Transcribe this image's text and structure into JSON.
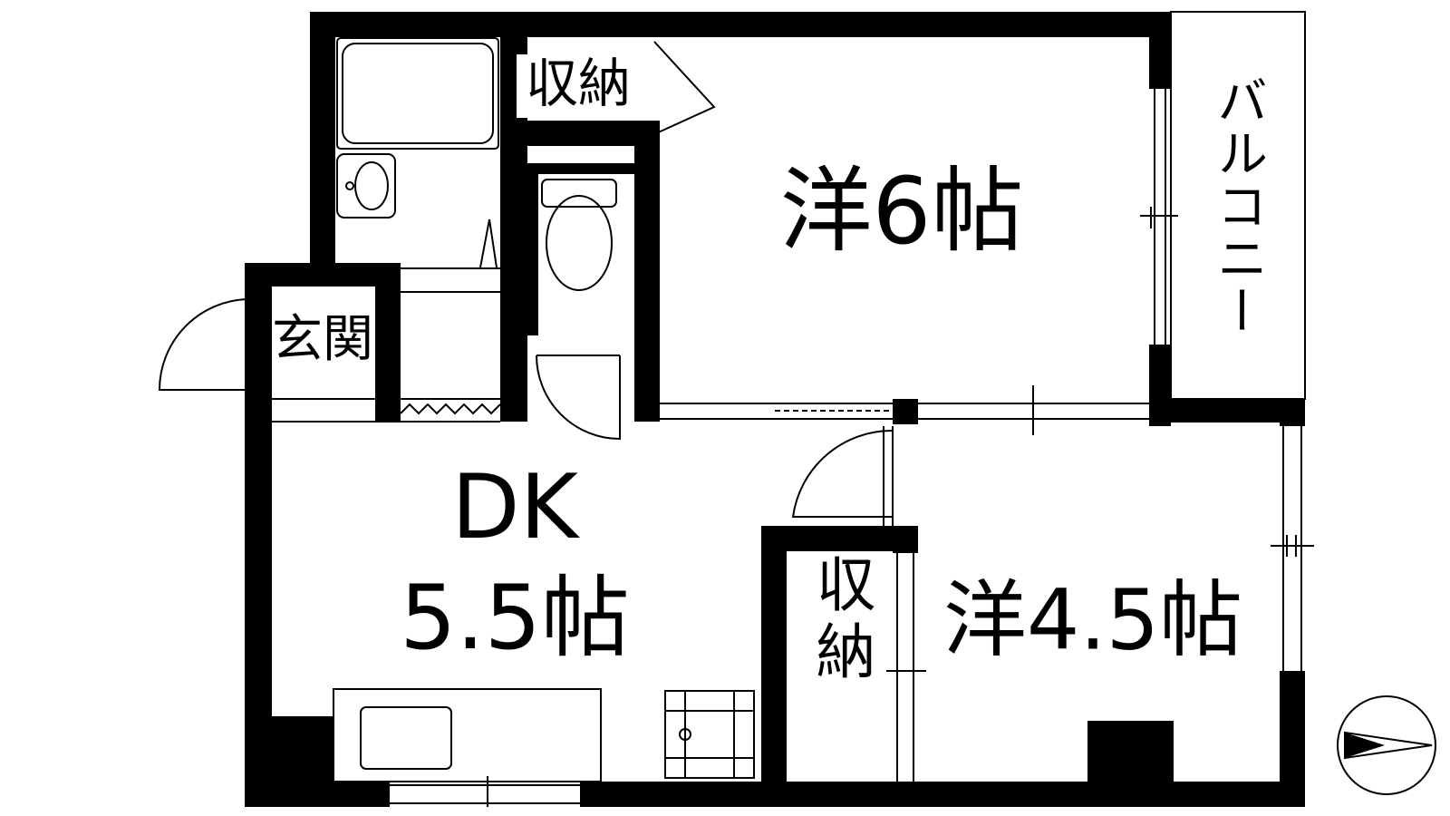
{
  "rooms": {
    "western_6": "洋6帖",
    "western_45": "洋4.5帖",
    "dk_name": "DK",
    "dk_size": "5.5帖",
    "entrance": "玄関",
    "storage_top": "収納",
    "storage_mid": "収納",
    "balcony": "バルコニー"
  },
  "icons": {
    "compass": "north-arrow-icon",
    "bathtub": "bathtub-icon",
    "washbasin": "washbasin-icon",
    "toilet": "toilet-icon",
    "sink": "kitchen-sink-icon",
    "stove": "stove-icon"
  },
  "colors": {
    "wall": "#000000",
    "background": "#ffffff"
  }
}
